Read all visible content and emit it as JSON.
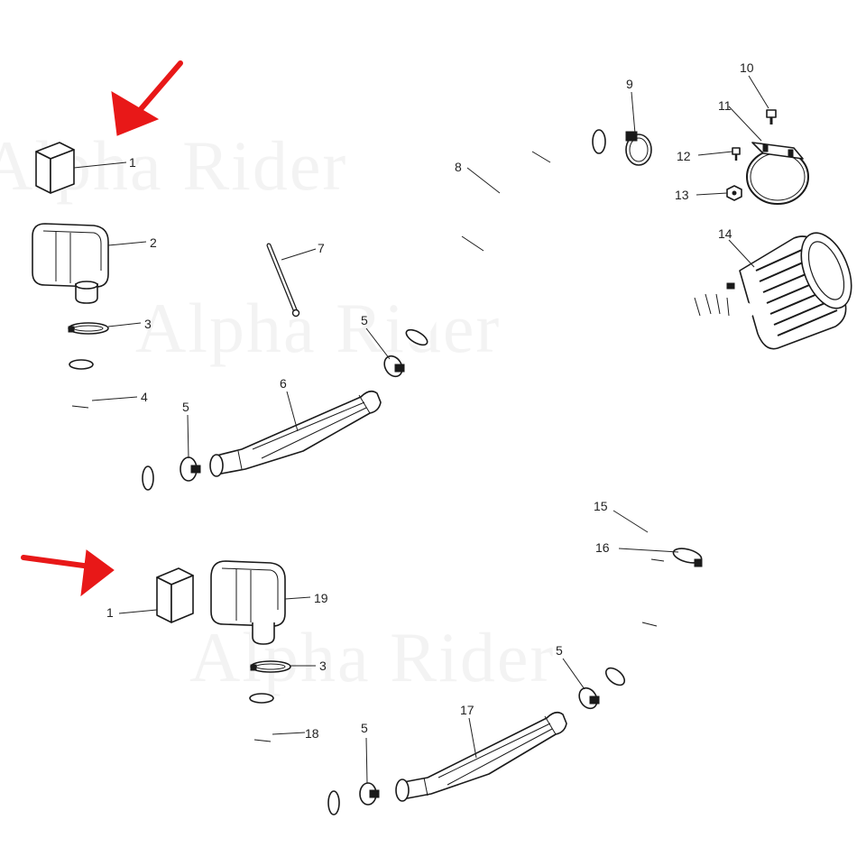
{
  "watermark": {
    "text_top": "Alpha Rider",
    "text_mid": "Alpha Rider",
    "text_bottom": "Alpha Rider"
  },
  "callouts": {
    "c1_top": "1",
    "c2": "2",
    "c3_top": "3",
    "c4": "4",
    "c5_left": "5",
    "c6": "6",
    "c7": "7",
    "c5_mid": "5",
    "c8": "8",
    "c9": "9",
    "c10": "10",
    "c11": "11",
    "c12": "12",
    "c13": "13",
    "c14": "14",
    "c15": "15",
    "c16": "16",
    "c1_bottom": "1",
    "c19": "19",
    "c3_bottom": "3",
    "c5_right": "5",
    "c18": "18",
    "c5_bottom": "5",
    "c17": "17"
  },
  "colors": {
    "arrow": "#e81818",
    "line": "#1a1a1a"
  }
}
